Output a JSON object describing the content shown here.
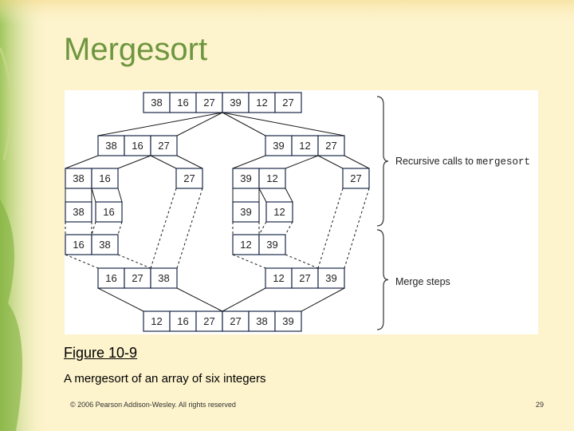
{
  "slide": {
    "title": "Mergesort",
    "figure_label": "Figure 10-9",
    "figure_caption": "A mergesort of an array of six integers",
    "copyright": "© 2006 Pearson Addison-Wesley. All rights reserved",
    "page_number": "29"
  },
  "diagram": {
    "rows": [
      {
        "arrays": [
          [
            "38",
            "16",
            "27",
            "39",
            "12",
            "27"
          ]
        ]
      },
      {
        "arrays": [
          [
            "38",
            "16",
            "27"
          ],
          [
            "39",
            "12",
            "27"
          ]
        ]
      },
      {
        "arrays": [
          [
            "38",
            "16"
          ],
          [
            "27"
          ],
          [
            "39",
            "12"
          ],
          [
            "27"
          ]
        ]
      },
      {
        "arrays": [
          [
            "38"
          ],
          [
            "16"
          ],
          [
            "39"
          ],
          [
            "12"
          ]
        ]
      },
      {
        "arrays": [
          [
            "16",
            "38"
          ],
          [
            "12",
            "39"
          ]
        ]
      },
      {
        "arrays": [
          [
            "16",
            "27",
            "38"
          ],
          [
            "12",
            "27",
            "39"
          ]
        ]
      },
      {
        "arrays": [
          [
            "12",
            "16",
            "27",
            "27",
            "38",
            "39"
          ]
        ]
      }
    ],
    "labels": {
      "recursive_prefix": "Recursive calls to ",
      "recursive_code": "mergesort",
      "merge": "Merge steps"
    }
  },
  "colors": {
    "title": "#6e9640",
    "background": "#fdf3cc",
    "box_stroke": "#1a2a4a",
    "line": "#1a1a1a"
  }
}
